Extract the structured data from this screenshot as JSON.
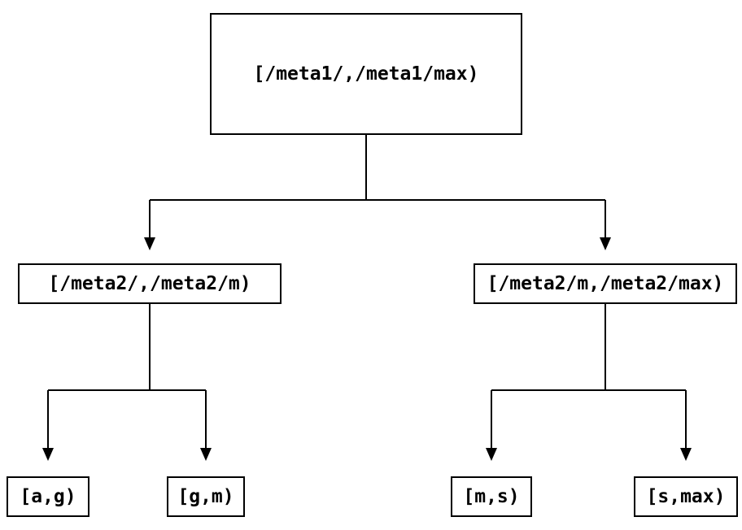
{
  "diagram": {
    "type": "tree",
    "nodes": {
      "root": {
        "label": "[/meta1/,/meta1/max)"
      },
      "left": {
        "label": "[/meta2/,/meta2/m)"
      },
      "right": {
        "label": "[/meta2/m,/meta2/max)"
      },
      "leaf_ag": {
        "label": "[a,g)"
      },
      "leaf_gm": {
        "label": "[g,m)"
      },
      "leaf_ms": {
        "label": "[m,s)"
      },
      "leaf_smax": {
        "label": "[s,max)"
      }
    },
    "edges": [
      {
        "from": "root",
        "to": "left"
      },
      {
        "from": "root",
        "to": "right"
      },
      {
        "from": "left",
        "to": "leaf_ag"
      },
      {
        "from": "left",
        "to": "leaf_gm"
      },
      {
        "from": "right",
        "to": "leaf_ms"
      },
      {
        "from": "right",
        "to": "leaf_smax"
      }
    ],
    "colors": {
      "background": "#ffffff",
      "stroke": "#000000",
      "text": "#000000"
    }
  }
}
